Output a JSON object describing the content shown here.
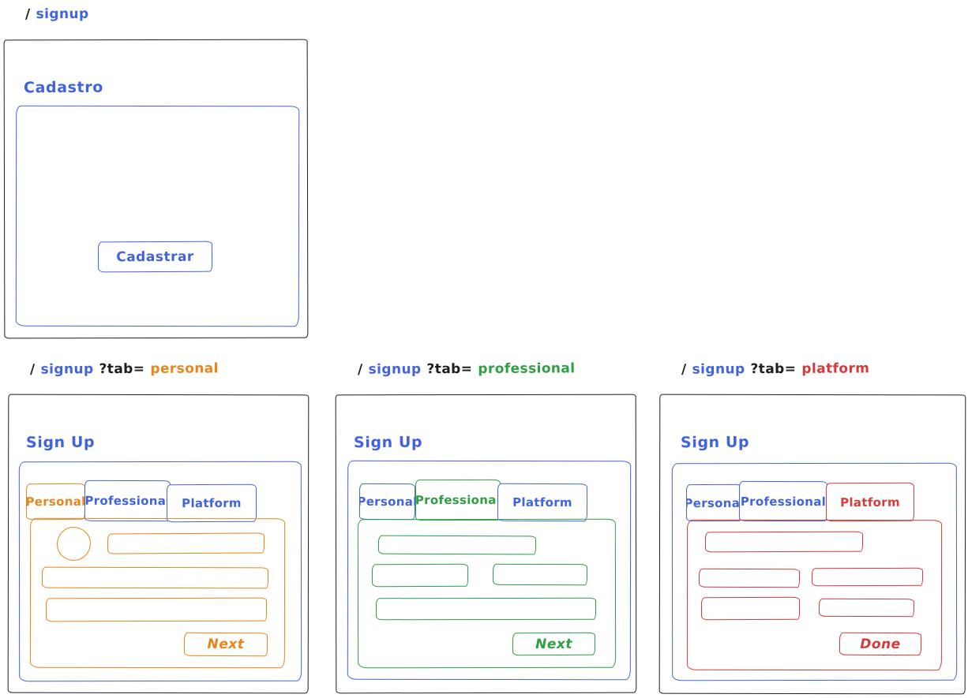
{
  "colors": {
    "ink": "#1e1e1e",
    "blue": "#4263e0",
    "orange": "#e8851d",
    "green": "#2f9e44",
    "red": "#d63a3a"
  },
  "frames": {
    "signup": {
      "route": {
        "slash": "/",
        "path": "signup"
      },
      "title": "Cadastro",
      "button": "Cadastrar"
    },
    "personal": {
      "route": {
        "slash": "/",
        "path": "signup",
        "query": "?tab=",
        "value": "personal"
      },
      "title": "Sign Up",
      "tabs": [
        "Personal",
        "Professional",
        "Platform"
      ],
      "active_tab": "Personal",
      "button": "Next"
    },
    "professional": {
      "route": {
        "slash": "/",
        "path": "signup",
        "query": "?tab=",
        "value": "professional"
      },
      "title": "Sign Up",
      "tabs": [
        "Personal",
        "Professional",
        "Platform"
      ],
      "active_tab": "Professional",
      "button": "Next"
    },
    "platform": {
      "route": {
        "slash": "/",
        "path": "signup",
        "query": "?tab=",
        "value": "platform"
      },
      "title": "Sign Up",
      "tabs": [
        "Personal",
        "Professional",
        "Platform"
      ],
      "active_tab": "Platform",
      "button": "Done"
    }
  }
}
